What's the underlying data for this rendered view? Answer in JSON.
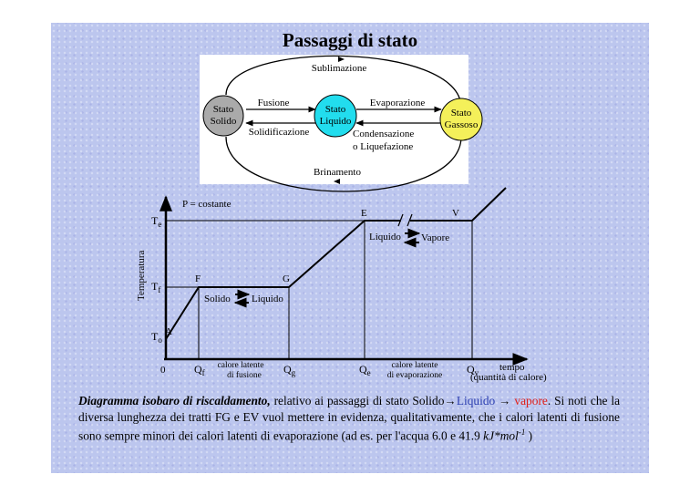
{
  "title": "Passaggi di stato",
  "cycle": {
    "solid_line1": "Stato",
    "solid_line2": "Solido",
    "liquid_line1": "Stato",
    "liquid_line2": "Liquido",
    "gas_line1": "Stato",
    "gas_line2": "Gassoso",
    "sublimazione": "Sublimazione",
    "fusione": "Fusione",
    "solidificazione": "Solidificazione",
    "evaporazione": "Evaporazione",
    "condensazione_line1": "Condensazione",
    "condensazione_line2": "o Liquefazione",
    "brinamento": "Brinamento",
    "colors": {
      "solid": "#aaaaaa",
      "liquid": "#22ddee",
      "gas": "#f4f05a"
    }
  },
  "graph": {
    "pressure_note": "P = costante",
    "y_axis_label": "Temperatura",
    "origin": "0",
    "y_ticks": {
      "te": "T",
      "te_sub": "e",
      "tf": "T",
      "tf_sub": "f",
      "to": "T",
      "to_sub": "o"
    },
    "x_ticks": {
      "qf": "Q",
      "qf_sub": "f",
      "qg": "Q",
      "qg_sub": "g",
      "qe": "Q",
      "qe_sub": "e",
      "qv": "Q",
      "qv_sub": "v"
    },
    "points": {
      "a": "A",
      "f": "F",
      "g": "G",
      "e": "E",
      "v": "V"
    },
    "fusion_left": "Solido",
    "fusion_right": "Liquido",
    "evap_left": "Liquido",
    "evap_right": "Vapore",
    "latent_fusion_line1": "calore latente",
    "latent_fusion_line2": "di fusione",
    "latent_evap_line1": "calore latente",
    "latent_evap_line2": "di evaporazione",
    "x_axis_line1": "tempo",
    "x_axis_line2": "(quantità di calore)"
  },
  "caption": {
    "lead": "Diagramma isobaro di riscaldamento,",
    "text1": " relativo ai passaggi di stato Solido",
    "arrow": "→",
    "liquid": "Liquido",
    "vapor": "vapore",
    "text2": ". Si noti che la diversa lunghezza dei tratti FG e EV vuol mettere in evidenza, qualitativamente, che i calori latenti di fusione sono sempre minori dei calori latenti di evaporazione (ad es. per l'acqua 6.0  e  41.9 ",
    "unit": "kJ*mol",
    "unit_exp": "-1",
    "text3": " )"
  }
}
